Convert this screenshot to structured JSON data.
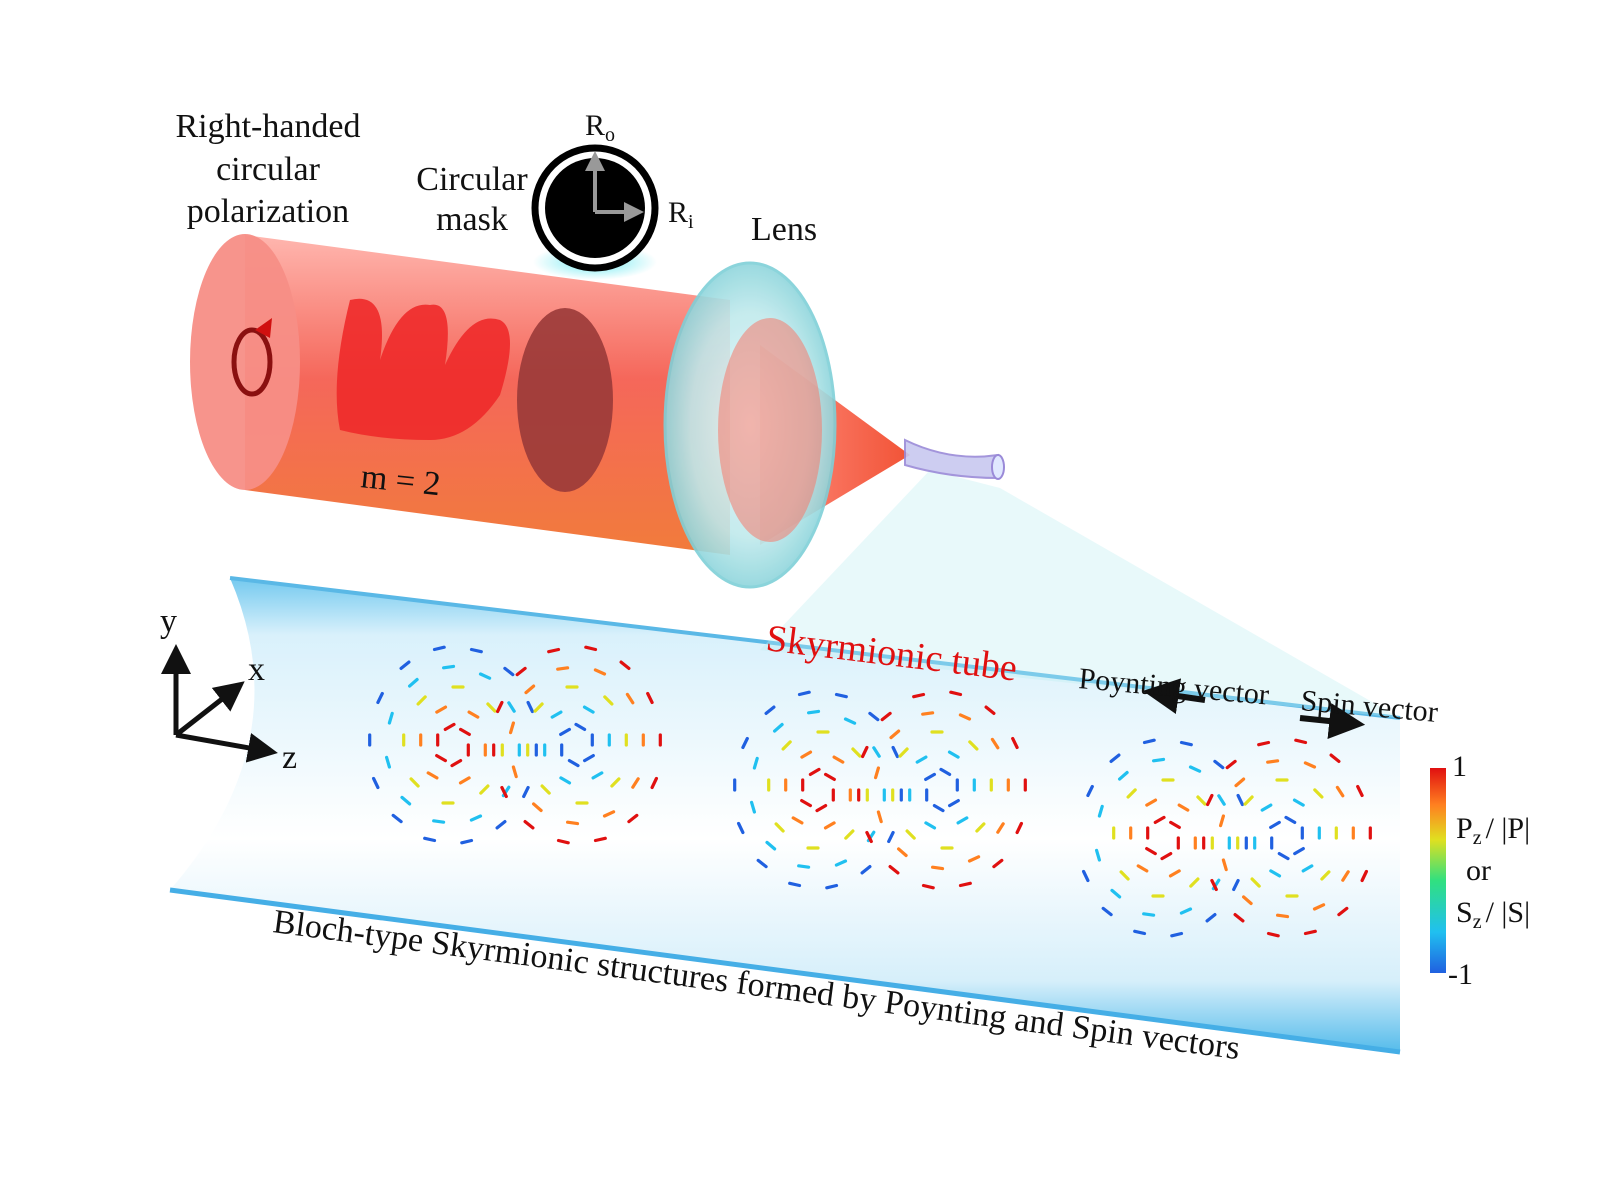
{
  "labels": {
    "polarization_line1": "Right-handed",
    "polarization_line2": "circular",
    "polarization_line3": "polarization",
    "mask_line1": "Circular",
    "mask_line2": "mask",
    "radius_outer_main": "R",
    "radius_outer_sub": "o",
    "radius_inner_main": "R",
    "radius_inner_sub": "i",
    "lens": "Lens",
    "topological_charge": "m = 2",
    "tube_title": "Skyrmionic tube",
    "poynting": "Poynting vector",
    "spin": "Spin vector",
    "axis_y": "y",
    "axis_x": "x",
    "axis_z": "z",
    "bottom_caption": "Bloch-type Skyrmionic structures formed by Poynting and Spin vectors"
  },
  "colorbar": {
    "max_label": "1",
    "min_label": "-1",
    "pz_main": "P",
    "pz_sub": "z",
    "pz_tail": "/ |P|",
    "or_label": "or",
    "sz_main": "S",
    "sz_sub": "z",
    "sz_tail": "/ |S|",
    "colors": [
      "#2060e0",
      "#20c0f0",
      "#30e080",
      "#e0e020",
      "#ff8020",
      "#e01010"
    ]
  },
  "colors": {
    "beam": "#f25a4a",
    "tube": "#8fd3f0",
    "title_red": "#e01010"
  },
  "skyrmion_groups": 3
}
